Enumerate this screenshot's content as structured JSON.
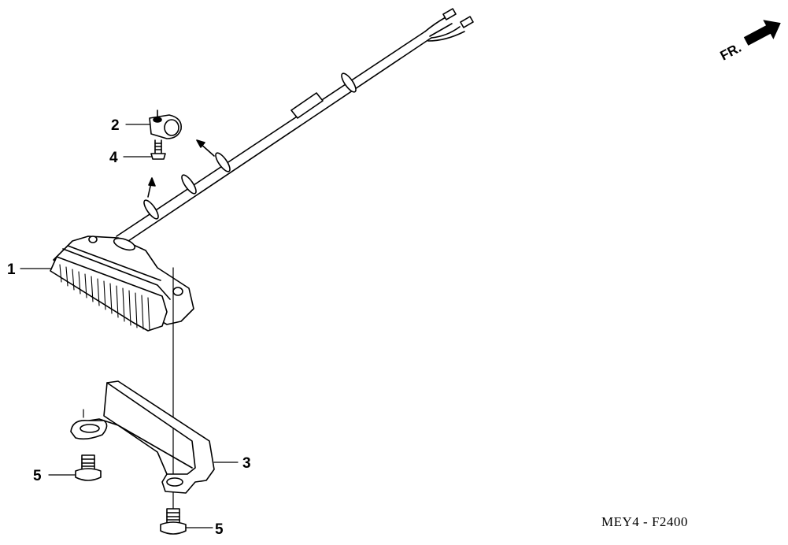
{
  "front_indicator": {
    "label": "FR.",
    "icon": "forward-arrow-icon"
  },
  "callouts": [
    "1",
    "2",
    "3",
    "4",
    "5",
    "5"
  ],
  "diagram_code": "MEY4 - F2400",
  "colors": {
    "line": "#000000",
    "background": "#ffffff"
  }
}
